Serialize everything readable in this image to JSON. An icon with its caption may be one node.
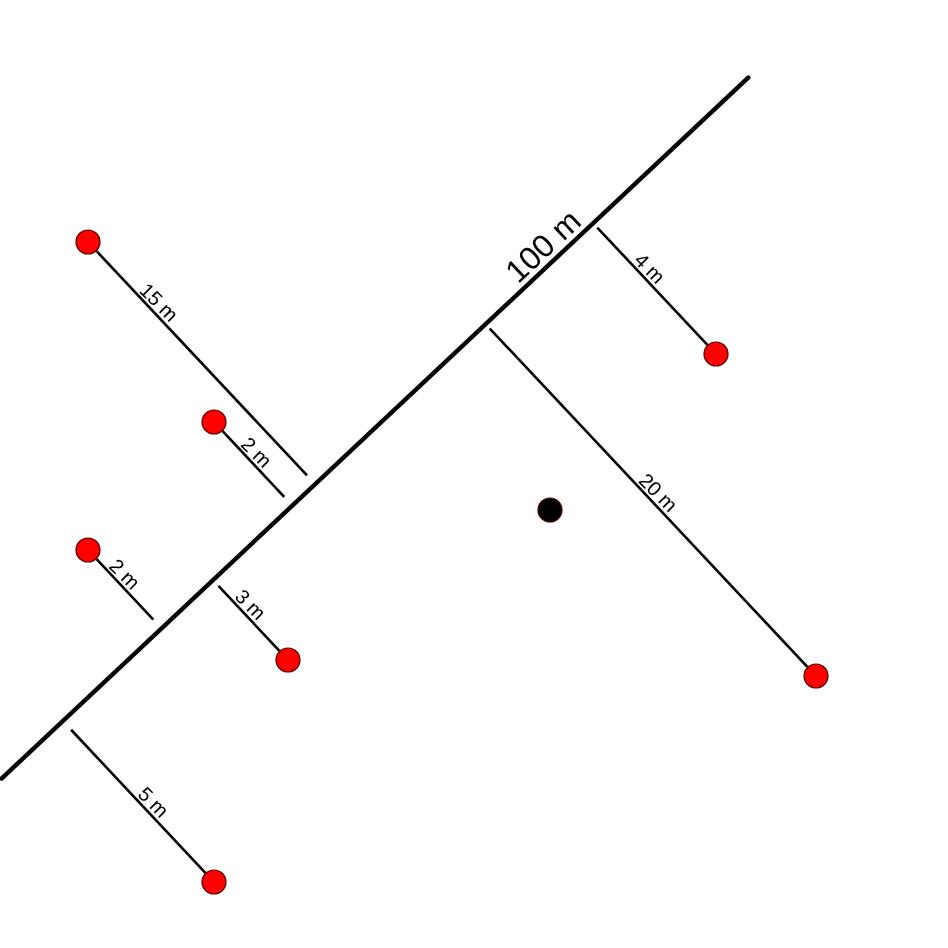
{
  "diagram": {
    "nodes": [
      {
        "text": [],
        "shape": "line",
        "beside": [
          "100 m"
        ]
      },
      {
        "text": [],
        "shape": "circle"
      },
      {
        "text": [],
        "shape": "circle"
      },
      {
        "text": [],
        "shape": "circle"
      },
      {
        "text": [],
        "shape": "circle"
      },
      {
        "text": [],
        "shape": "circle"
      },
      {
        "text": [],
        "shape": "circle"
      },
      {
        "text": [],
        "shape": "circle"
      },
      {
        "text": [],
        "shape": "circle"
      }
    ],
    "edges": [
      {
        "from": 1,
        "to": 0,
        "arrow": "none",
        "label": "15 m"
      },
      {
        "from": 2,
        "to": 0,
        "arrow": "none",
        "label": "4 m"
      },
      {
        "from": 3,
        "to": 0,
        "arrow": "none",
        "label": "2 m"
      },
      {
        "from": 5,
        "to": 0,
        "arrow": "none",
        "label": "2 m"
      },
      {
        "from": 6,
        "to": 0,
        "arrow": "none",
        "label": "3 m"
      },
      {
        "from": 7,
        "to": 0,
        "arrow": "none",
        "label": "20 m"
      },
      {
        "from": 8,
        "to": 0,
        "arrow": "none",
        "label": "5 m"
      }
    ]
  }
}
